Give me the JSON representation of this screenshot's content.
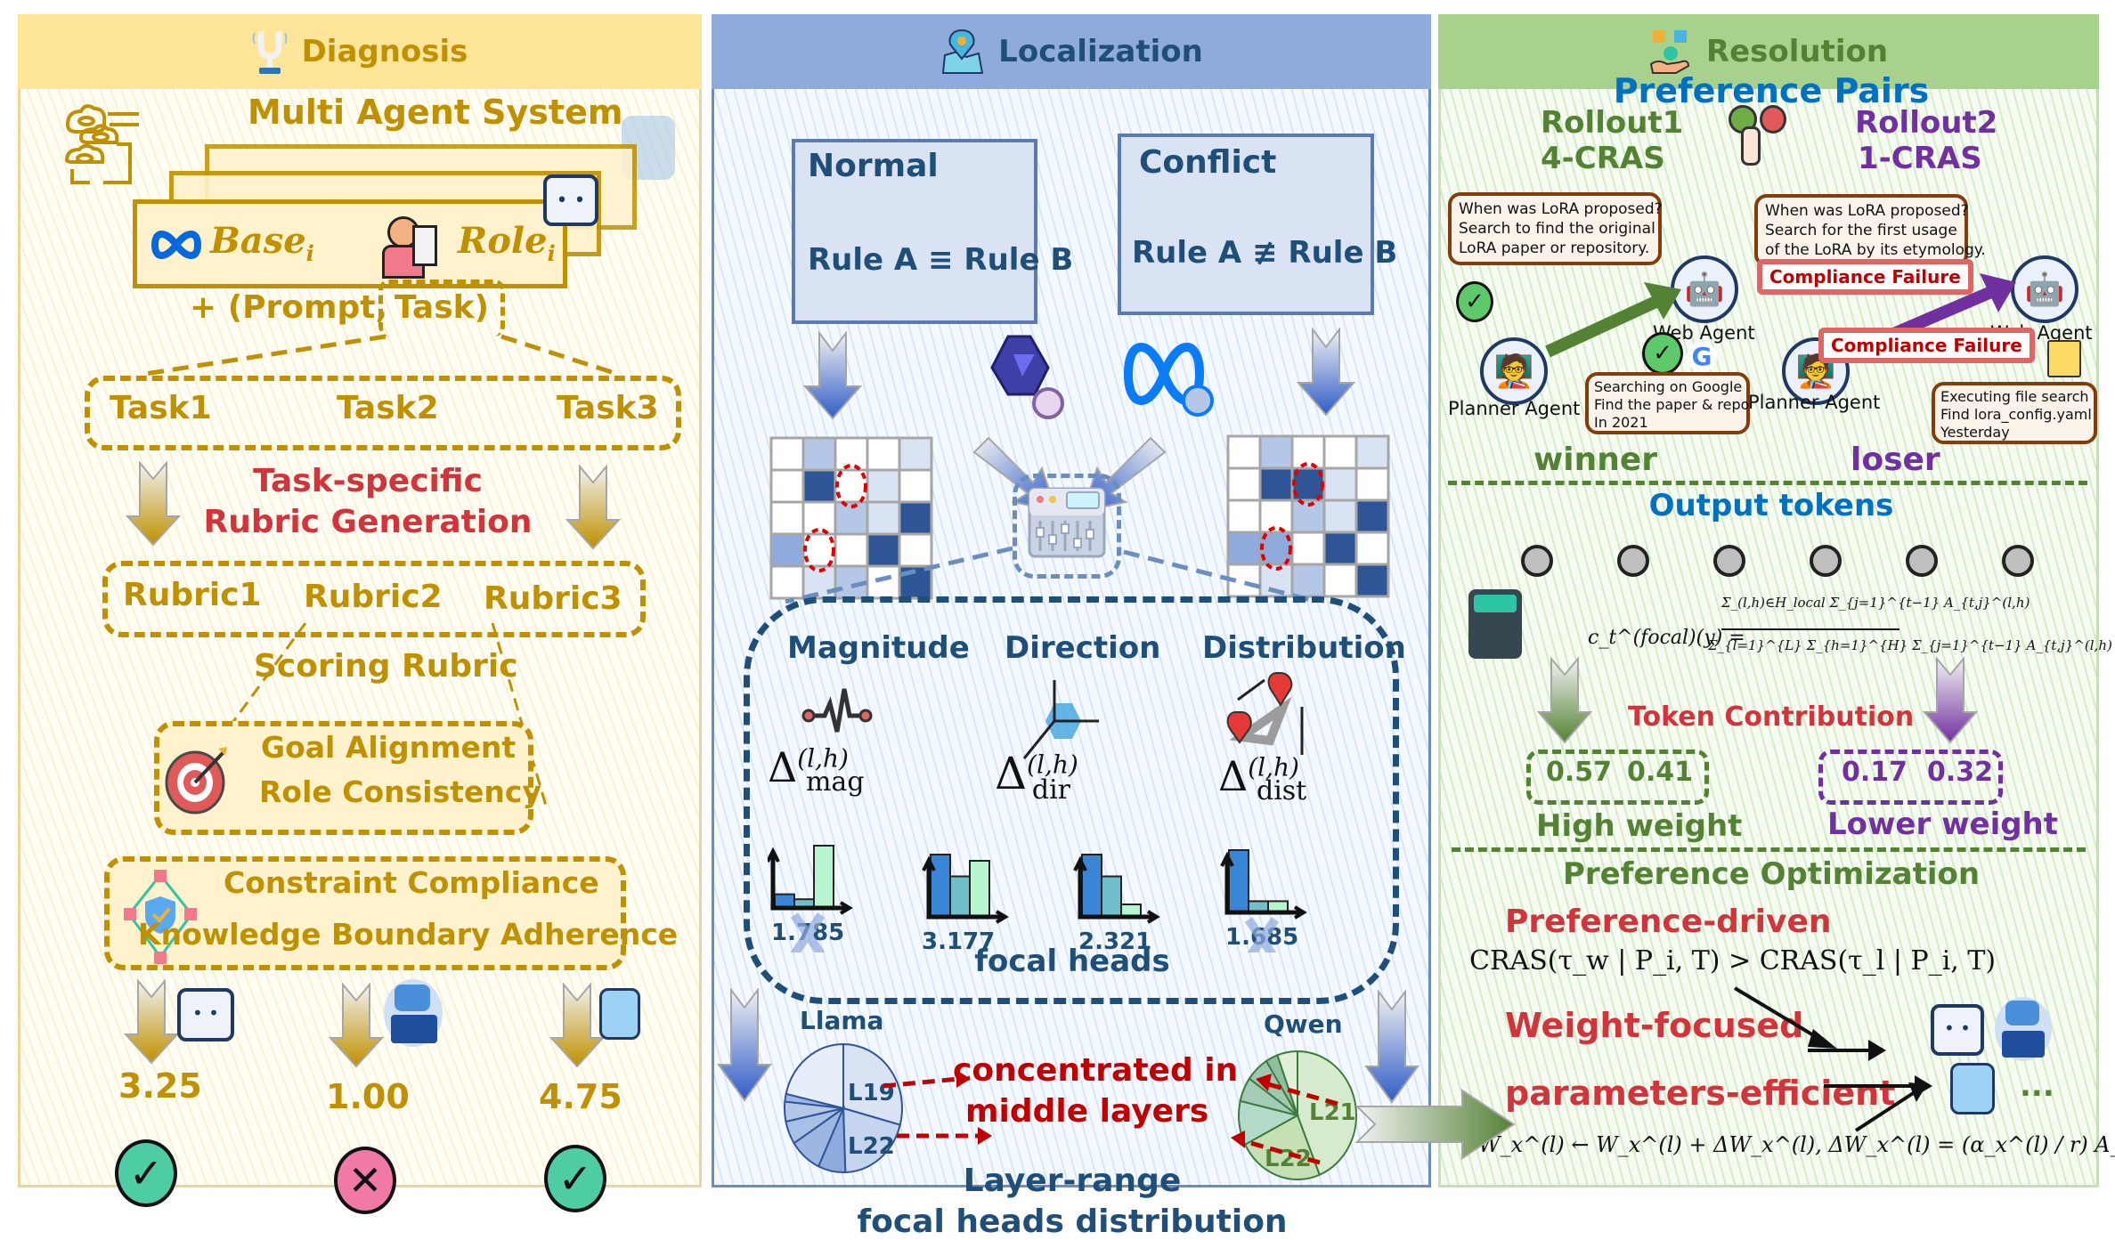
{
  "diagnosis": {
    "header": "Diagnosis",
    "header_icon": "tuning-fork-icon",
    "mas_title": "Multi Agent System",
    "card_base": "Base",
    "card_role": "Role",
    "card_sub": "i",
    "prompt_prefix": "+ (Prompt,",
    "prompt_task": "Task)",
    "tasks": [
      "Task1",
      "Task2",
      "Task3"
    ],
    "rubric_gen": [
      "Task-specific",
      "Rubric Generation"
    ],
    "rubrics": [
      "Rubric1",
      "Rubric2",
      "Rubric3"
    ],
    "scoring_title": "Scoring Rubric",
    "criteria_a": [
      "Goal Alignment",
      "Role Consistency"
    ],
    "criteria_b": [
      "Constraint Compliance",
      "Knowledge Boundary Adherence"
    ],
    "scores": [
      {
        "value": "3.25",
        "result": "pass",
        "symbol": "✓"
      },
      {
        "value": "1.00",
        "result": "fail",
        "symbol": "✕"
      },
      {
        "value": "4.75",
        "result": "pass",
        "symbol": "✓"
      }
    ]
  },
  "localization": {
    "header": "Localization",
    "header_icon": "map-pin-icon",
    "normal": {
      "title": "Normal",
      "rule": "Rule A ≡ Rule B"
    },
    "conflict": {
      "title": "Conflict",
      "rule": "Rule A ≢ Rule B"
    },
    "matrix_levels": {
      "normal": [
        [
          0,
          2,
          0,
          0,
          1
        ],
        [
          0,
          4,
          0,
          1,
          0
        ],
        [
          0,
          0,
          2,
          1,
          4
        ],
        [
          3,
          0,
          0,
          4,
          0
        ],
        [
          0,
          1,
          2,
          0,
          4
        ]
      ],
      "conflict": [
        [
          0,
          2,
          0,
          0,
          1
        ],
        [
          0,
          4,
          4,
          1,
          0
        ],
        [
          0,
          0,
          2,
          1,
          4
        ],
        [
          3,
          3,
          0,
          4,
          0
        ],
        [
          0,
          1,
          2,
          0,
          4
        ]
      ]
    },
    "matrix_colors": [
      "#ffffff",
      "#dae3f3",
      "#b4c7e7",
      "#8faadc",
      "#2f5597"
    ],
    "metrics": [
      {
        "label": "Magnitude",
        "symbol": "Δ",
        "sub": "mag",
        "sup": "(l,h)"
      },
      {
        "label": "Direction",
        "symbol": "Δ",
        "sub": "dir",
        "sup": "(l,h)"
      },
      {
        "label": "Distribution",
        "symbol": "Δ",
        "sub": "dist",
        "sup": "(l,h)"
      }
    ],
    "head_scores": [
      {
        "value": "1.785",
        "rejected": true,
        "bars": [
          0.22,
          0.14,
          1.0
        ]
      },
      {
        "value": "3.177",
        "rejected": false,
        "bars": [
          1.0,
          0.65,
          0.9
        ]
      },
      {
        "value": "2.321",
        "rejected": false,
        "bars": [
          1.0,
          0.65,
          0.2
        ]
      },
      {
        "value": "1.685",
        "rejected": true,
        "bars": [
          1.0,
          0.18,
          0.18
        ]
      }
    ],
    "focal_heads": "focal heads",
    "llama": {
      "label": "Llama",
      "labels": [
        "L19",
        "L22"
      ],
      "slices_deg": [
        105,
        73,
        27,
        32,
        21,
        18,
        7,
        77
      ]
    },
    "qwen": {
      "label": "Qwen",
      "labels": [
        "L21",
        "L22"
      ],
      "slices_deg": [
        158,
        85,
        40,
        22,
        23,
        12,
        20
      ]
    },
    "concentrated": [
      "concentrated in",
      "middle layers"
    ],
    "layer_range": [
      "Layer-range",
      "focal heads distribution"
    ]
  },
  "resolution": {
    "header": "Resolution",
    "header_icon": "puzzle-hand-icon",
    "pref_pairs": "Preference Pairs",
    "rollout1": {
      "name": "Rollout1",
      "score": "4-CRAS"
    },
    "rollout2": {
      "name": "Rollout2",
      "score": "1-CRAS"
    },
    "bubble1": [
      "When was LoRA proposed?",
      "Search to find the original",
      "LoRA paper or repository."
    ],
    "bubble2": [
      "When was LoRA proposed?",
      "Search for the first usage",
      "of the LoRA by its etymology."
    ],
    "web_agent": "Web Agent",
    "planner_agent": "Planner Agent",
    "google_bubble": [
      "Searching on Google",
      "Find the paper & repo",
      "In 2021"
    ],
    "file_bubble": [
      "Executing file search",
      "Find lora_config.yaml",
      "Yesterday"
    ],
    "compliance_failure": "Compliance Failure",
    "winner": "winner",
    "loser": "loser",
    "output_tokens": "Output tokens",
    "token_count": 6,
    "formula_lhs": "c_t^(focal)(y) =",
    "formula_num": "Σ_(l,h)∈H_local Σ_{j=1}^{t−1} A_{t,j}^(l,h)",
    "formula_den": "Σ_{l=1}^{L} Σ_{h=1}^{H} Σ_{j=1}^{t−1} A_{t,j}^(l,h)",
    "token_contribution": "Token Contribution",
    "high_values": [
      "0.57",
      "0.41"
    ],
    "low_values": [
      "0.17",
      "0.32"
    ],
    "high_weight": "High weight",
    "lower_weight": "Lower weight",
    "pref_opt": "Preference Optimization",
    "pref_driven": "Preference-driven",
    "cras_eq": "CRAS(τ_w | P_i, T) > CRAS(τ_l | P_i, T)",
    "weight_focused": "Weight-focused",
    "param_efficient": "parameters-efficient",
    "lora_eq": "W_x^(l) ← W_x^(l) + ΔW_x^(l),   ΔW_x^(l) = (α_x^(l) / r) A_x^(l) B_x^(l)⊤",
    "ellipsis": "..."
  },
  "colors": {
    "gold": "#bf9000",
    "red": "#c00000",
    "navy": "#1f4e79",
    "green": "#548235",
    "purple": "#7030a0",
    "blue": "#0070c0"
  }
}
